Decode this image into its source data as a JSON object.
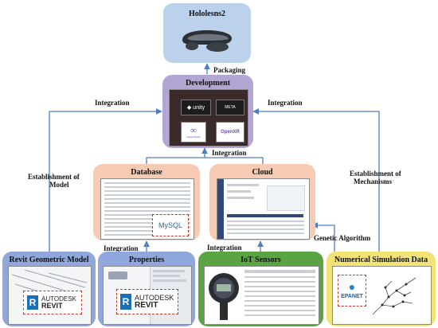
{
  "nodes": {
    "hololens": {
      "title": "Hololesns2"
    },
    "development": {
      "title": "Development",
      "tiles": [
        "unity",
        "META",
        "Visual Studio",
        "OpenXR"
      ]
    },
    "database": {
      "title": "Database",
      "logo": "MySQL"
    },
    "cloud": {
      "title": "Cloud"
    },
    "revit_model": {
      "title": "Revit Geometric Model",
      "brand_top": "AUTODESK",
      "brand_bottom": "REVIT"
    },
    "properties": {
      "title": "Properties",
      "brand_top": "AUTODESK",
      "brand_bottom": "REVIT"
    },
    "iot": {
      "title": "IoT Sensors"
    },
    "simulation": {
      "title": "Numerical Simulation Data",
      "logo": "EPANET"
    }
  },
  "edges": {
    "packaging": "Packaging",
    "integration_left": "Integration",
    "integration_right": "Integration",
    "integration_middle": "Integration",
    "establishment_model_1": "Establishment of",
    "establishment_model_2": "Model",
    "establishment_mech_1": "Establishment of",
    "establishment_mech_2": "Mechanisms",
    "integration_properties": "Integration",
    "integration_iot": "Integration",
    "genetic_algorithm": "Genetic Algorithm"
  },
  "colors": {
    "blue_box": "#bcd1ec",
    "purple_box": "#b3a6d4",
    "peach_box": "#f7cbb3",
    "periwinkle_box": "#8fa7dd",
    "green_box": "#5aa441",
    "yellow_box": "#f3e375",
    "arrow": "#4f7fc0"
  }
}
